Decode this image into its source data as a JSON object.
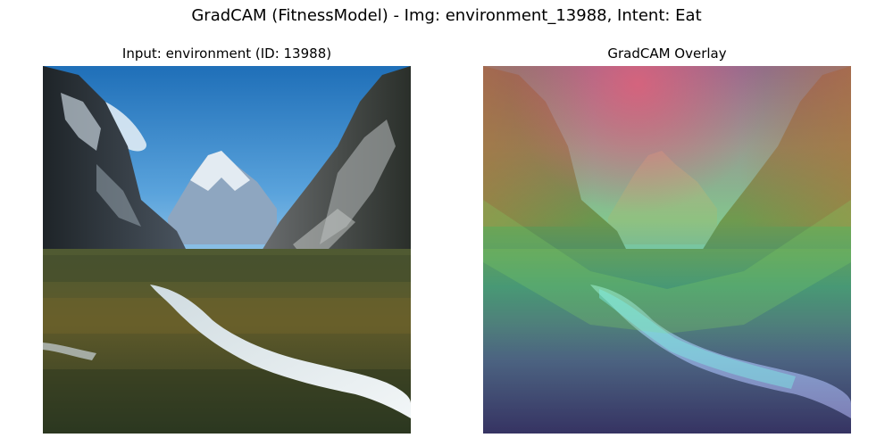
{
  "figure": {
    "title": "GradCAM (FitnessModel) - Img: environment_13988, Intent: Eat"
  },
  "panels": [
    {
      "title": "Input: environment (ID: 13988)",
      "image": "mountain-valley-landscape-photo"
    },
    {
      "title": "GradCAM Overlay",
      "image": "mountain-valley-gradcam-heatmap-overlay"
    }
  ],
  "colors": {
    "sky_top": "#2f7fc4",
    "sky_bottom": "#9ccbe8",
    "snow": "#e8eef4",
    "mountain_dark": "#2a3035",
    "grass": "#6b6a2c",
    "river": "#dfe8ec",
    "heat_high": "#d0626e",
    "heat_mid": "#8fd25a",
    "heat_low": "#3b2f8a"
  }
}
